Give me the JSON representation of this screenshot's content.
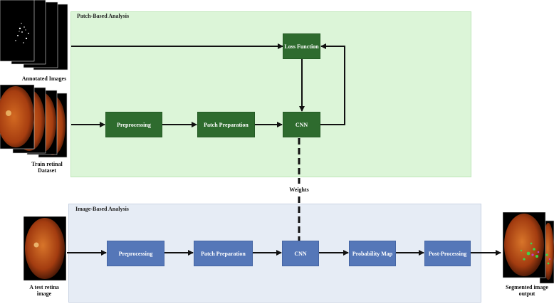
{
  "patch_panel": {
    "title": "Patch-Based Analysis"
  },
  "image_panel": {
    "title": "Image-Based Analysis"
  },
  "patch_nodes": {
    "preprocessing": "Preprocessing",
    "patch_preparation": "Patch Preparation",
    "cnn": "CNN",
    "loss_function": "Loss Function"
  },
  "image_nodes": {
    "preprocessing": "Preprocessing",
    "patch_preparation": "Patch Preparation",
    "cnn": "CNN",
    "probability_map": "Probability Map",
    "post_processing": "Post-Processing"
  },
  "labels": {
    "annotated_images": "Annotated Images",
    "train_dataset": "Train retinal\nDataset",
    "weights": "Weights",
    "test_image": "A test retina\nimage",
    "segmented_output": "Segmented image\noutput"
  },
  "colors": {
    "patch_panel_bg": "#dcf5d8",
    "image_panel_bg": "#e6ecf5",
    "patch_node": "#2e6b2e",
    "image_node": "#5577b8",
    "fundus": "#b34714"
  }
}
